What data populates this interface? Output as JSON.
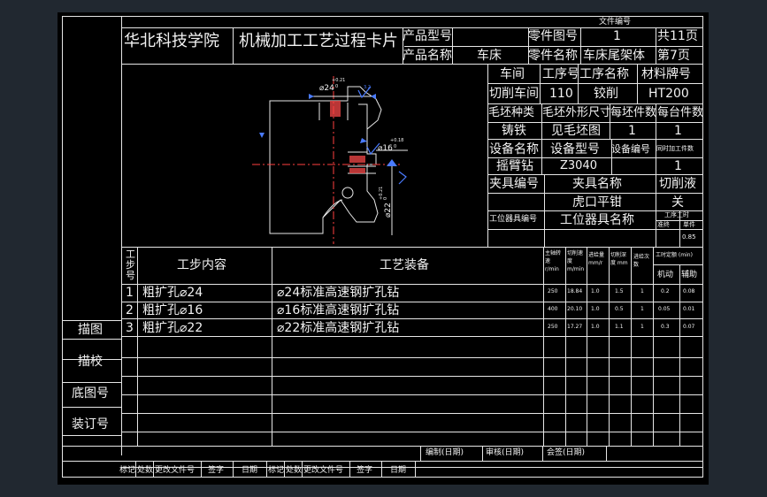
{
  "header": {
    "school": "华北科技学院",
    "card_title": "机械加工工艺过程卡片",
    "doc_no_label": "文件编号",
    "product_model_label": "产品型号",
    "product_name_label": "产品名称",
    "product_name": "车床",
    "part_drawing_label": "零件图号",
    "part_drawing_no": "1",
    "part_name_label": "零件名称",
    "part_name": "车床尾架体",
    "total_pages": "共11页",
    "page_no": "第7页"
  },
  "process": {
    "workshop_label": "车间",
    "op_no_label": "工序号",
    "op_name_label": "工序名称",
    "material_label": "材料牌号",
    "workshop": "切削车间",
    "op_no": "110",
    "op_name": "铰削",
    "material": "HT200",
    "blank_type_label": "毛坯种类",
    "blank_dim_label": "毛坯外形尺寸",
    "per_blank_label": "每坯件数",
    "per_unit_label": "每台件数",
    "blank_type": "铸铁",
    "blank_dim": "见毛坯图",
    "per_blank": "1",
    "per_unit": "1",
    "equip_name_label": "设备名称",
    "equip_model_label": "设备型号",
    "equip_no_label": "设备编号",
    "sim_parts_label": "同时加工件数",
    "equip_name": "摇臂钻",
    "equip_model": "Z3040",
    "sim_parts": "1",
    "fixture_no_label": "夹具编号",
    "fixture_name_label": "夹具名称",
    "coolant_label": "切削液",
    "fixture_name": "虎口平钳",
    "coolant": "关",
    "station_tool_no_label": "工位器具编号",
    "station_tool_name_label": "工位器具名称",
    "op_time_label": "工序工时",
    "prep_end_label": "准终",
    "unit_label": "单件",
    "unit_time": "0.85"
  },
  "drawing": {
    "dim1": "⌀24",
    "tol1_up": "+0.21",
    "tol1_lo": "0",
    "dim2": "⌀16",
    "tol2_up": "+0.18",
    "tol2_lo": "0",
    "dim3": "⌀22",
    "tol3_up": "+0.21",
    "tol3_lo": "0",
    "surface_mark": "3.2"
  },
  "steps": {
    "step_no_label": "工步号",
    "content_label": "工步内容",
    "equipment_label": "工艺装备",
    "spindle_label": "主轴转速 r/min",
    "speed_label": "切削速度 m/min",
    "feed_label": "进给量 mm/r",
    "depth_label": "切削深度 mm",
    "passes_label": "进给次数",
    "time_label": "工时定额 (min)",
    "machine_label": "机动",
    "aux_label": "辅助",
    "rows": [
      {
        "no": "1",
        "content": "粗扩孔⌀24",
        "equip": "⌀24标准高速钢扩孔钻",
        "spindle": "250",
        "speed": "18.84",
        "feed": "1.0",
        "depth": "1.5",
        "passes": "1",
        "machine": "0.2",
        "aux": "0.08"
      },
      {
        "no": "2",
        "content": "粗扩孔⌀16",
        "equip": "⌀16标准高速钢扩孔钻",
        "spindle": "400",
        "speed": "20.10",
        "feed": "1.0",
        "depth": "0.5",
        "passes": "1",
        "machine": "0.05",
        "aux": "0.01"
      },
      {
        "no": "3",
        "content": "粗扩孔⌀22",
        "equip": "⌀22标准高速钢扩孔钻",
        "spindle": "250",
        "speed": "17.27",
        "feed": "1.0",
        "depth": "1.1",
        "passes": "1",
        "machine": "0.3",
        "aux": "0.07"
      }
    ]
  },
  "side": {
    "trace": "描图",
    "check": "描校",
    "base_no": "底图号",
    "binding_no": "装订号"
  },
  "footer": {
    "design": "编制(日期)",
    "review": "审核(日期)",
    "countersign": "会签(日期)",
    "mark": "标记",
    "count": "处数",
    "change_doc": "更改文件号",
    "sign": "签字",
    "date": "日期"
  }
}
